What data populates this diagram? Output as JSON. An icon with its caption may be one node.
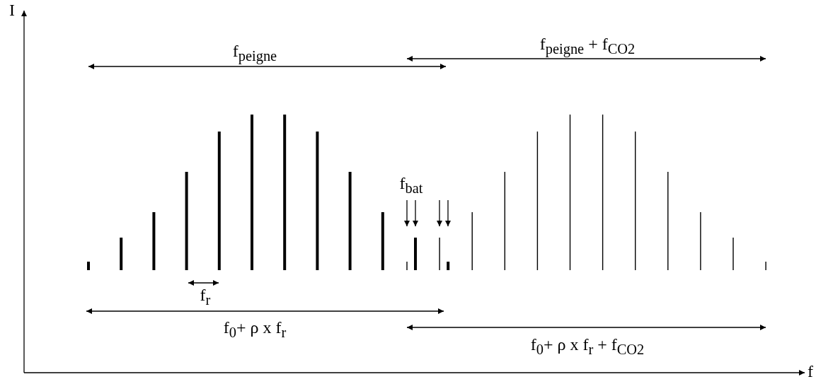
{
  "diagram": {
    "labels": [
      "I",
      "f$_{peigne}$",
      "f$_{peigne}$ +  f$_{CO}$$_{2}$",
      "f$_{bat}$",
      "f$_{r}$",
      "f$_{0}$+ ρ x f$_{r}$",
      "f$_{0}$+ ρ x f$_{r}$ + f$_{CO}$$_{2}$",
      "f"
    ]
  }
}
